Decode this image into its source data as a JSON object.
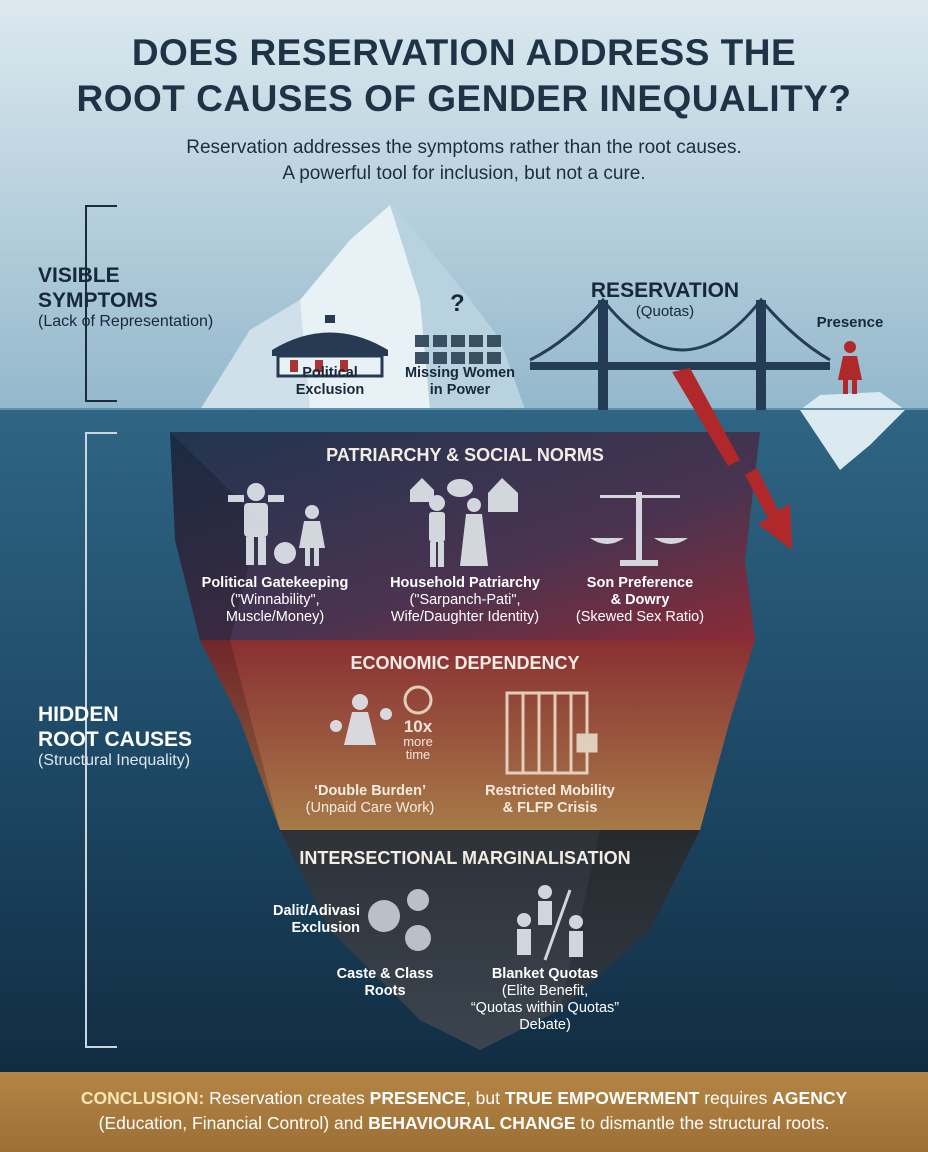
{
  "header": {
    "title_line1": "DOES RESERVATION ADDRESS THE",
    "title_line2": "ROOT CAUSES OF GENDER INEQUALITY?",
    "subtitle_line1": "Reservation addresses the symptoms rather than the root causes.",
    "subtitle_line2": "A powerful tool for inclusion, but not a cure."
  },
  "visible": {
    "heading_line1": "VISIBLE",
    "heading_line2": "SYMPTOMS",
    "sub": "(Lack of Representation)",
    "items": [
      {
        "label_line1": "Political",
        "label_line2": "Exclusion",
        "icon": "parliament-icon"
      },
      {
        "label_line1": "Missing Women",
        "label_line2": "in Power",
        "icon": "empty-chairs-icon",
        "mark": "?"
      }
    ]
  },
  "reservation": {
    "title": "RESERVATION",
    "sub": "(Quotas)",
    "presence": "Presence"
  },
  "hidden": {
    "heading_line1": "HIDDEN",
    "heading_line2": "ROOT CAUSES",
    "sub": "(Structural Inequality)"
  },
  "bands": [
    {
      "title": "PATRIARCHY & SOCIAL NORMS",
      "items": [
        {
          "title": "Political Gatekeeping",
          "sub1": "(\"Winnability\",",
          "sub2": "Muscle/Money)"
        },
        {
          "title": "Household Patriarchy",
          "sub1": "(\"Sarpanch-Pati\",",
          "sub2": "Wife/Daughter Identity)"
        },
        {
          "title1": "Son Preference",
          "title2": "& Dowry",
          "sub1": "(Skewed Sex Ratio)"
        }
      ]
    },
    {
      "title": "ECONOMIC DEPENDENCY",
      "items": [
        {
          "title": "‘Double Burden’",
          "sub1": "(Unpaid Care Work)",
          "stat": "10x",
          "stat_sub1": "more",
          "stat_sub2": "time"
        },
        {
          "title1": "Restricted Mobility",
          "title2": "& FLFP Crisis"
        }
      ]
    },
    {
      "title": "INTERSECTIONAL MARGINALISATION",
      "items": [
        {
          "title1": "Dalit/Adivasi",
          "title2": "Exclusion"
        },
        {
          "title1": "Caste & Class",
          "title2": "Roots"
        },
        {
          "title": "Blanket Quotas",
          "sub1": "(Elite Benefit,",
          "sub2": "“Quotas within Quotas”",
          "sub3": "Debate)"
        }
      ]
    }
  ],
  "conclusion": {
    "label": "CONCLUSION:",
    "t1": " Reservation creates ",
    "k1": "PRESENCE",
    "t2": ", but ",
    "k2": "TRUE EMPOWERMENT",
    "t3": " requires ",
    "k3": "AGENCY",
    "t4": "(Education, Financial Control) and ",
    "k4": "BEHAVIOURAL CHANGE",
    "t5": " to dismantle the structural roots."
  },
  "colors": {
    "arrow": "#b0282a",
    "footer": "#a87a3e",
    "sky": "#cfe1ea",
    "water": "#163a55"
  }
}
